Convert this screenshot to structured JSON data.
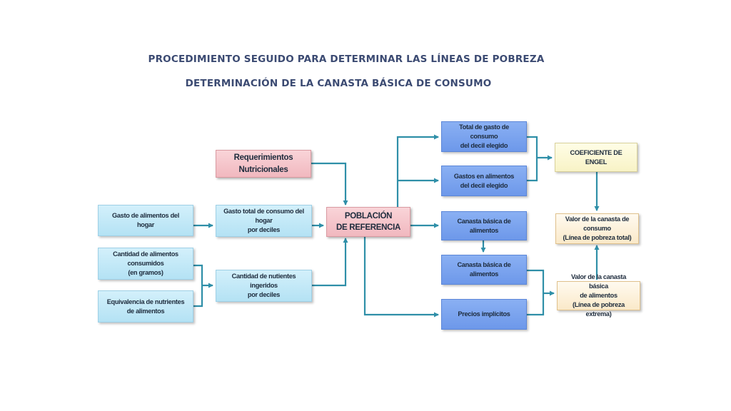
{
  "titles": {
    "main": "PROCEDIMIENTO SEGUIDO PARA DETERMINAR LAS LÍNEAS DE POBREZA",
    "sub": "DETERMINACIÓN DE LA CANASTA BÁSICA DE CONSUMO"
  },
  "nodes": {
    "gasto_alimentos_hogar": "Gasto de alimentos del hogar",
    "cantidad_alimentos": "Cantidad de alimentos consumidos\n(en gramos)",
    "equivalencia_nutrientes": "Equivalencia de nutrientes\nde alimentos",
    "requerimientos": "Requerimientos\nNutricionales",
    "gasto_total_consumo": "Gasto total de consumo del hogar\npor deciles",
    "cantidad_nutrientes": "Cantidad de nutientes ingeridos\npor deciles",
    "poblacion_referencia": "POBLACIÓN\nDE REFERENCIA",
    "total_gasto_decil": "Total de gasto de consumo\ndel decil elegido",
    "gastos_alimentos_decil": "Gastos en alimentos\ndel decil elegido",
    "canasta_basica_1": "Canasta básica de alimentos",
    "canasta_basica_2": "Canasta básica de alimentos",
    "precios_implicitos": "Precios implícitos",
    "coeficiente_engel": "COEFICIENTE DE ENGEL",
    "valor_canasta_consumo": "Valor de la canasta de\nconsumo\n(Línea de pobreza total)",
    "valor_canasta_alimentos": "Valor de la canasta básica\nde alimentos\n(Línea de pobreza extrema)"
  },
  "colors": {
    "connector": "#2f8fa8",
    "title": "#3b4a72"
  }
}
